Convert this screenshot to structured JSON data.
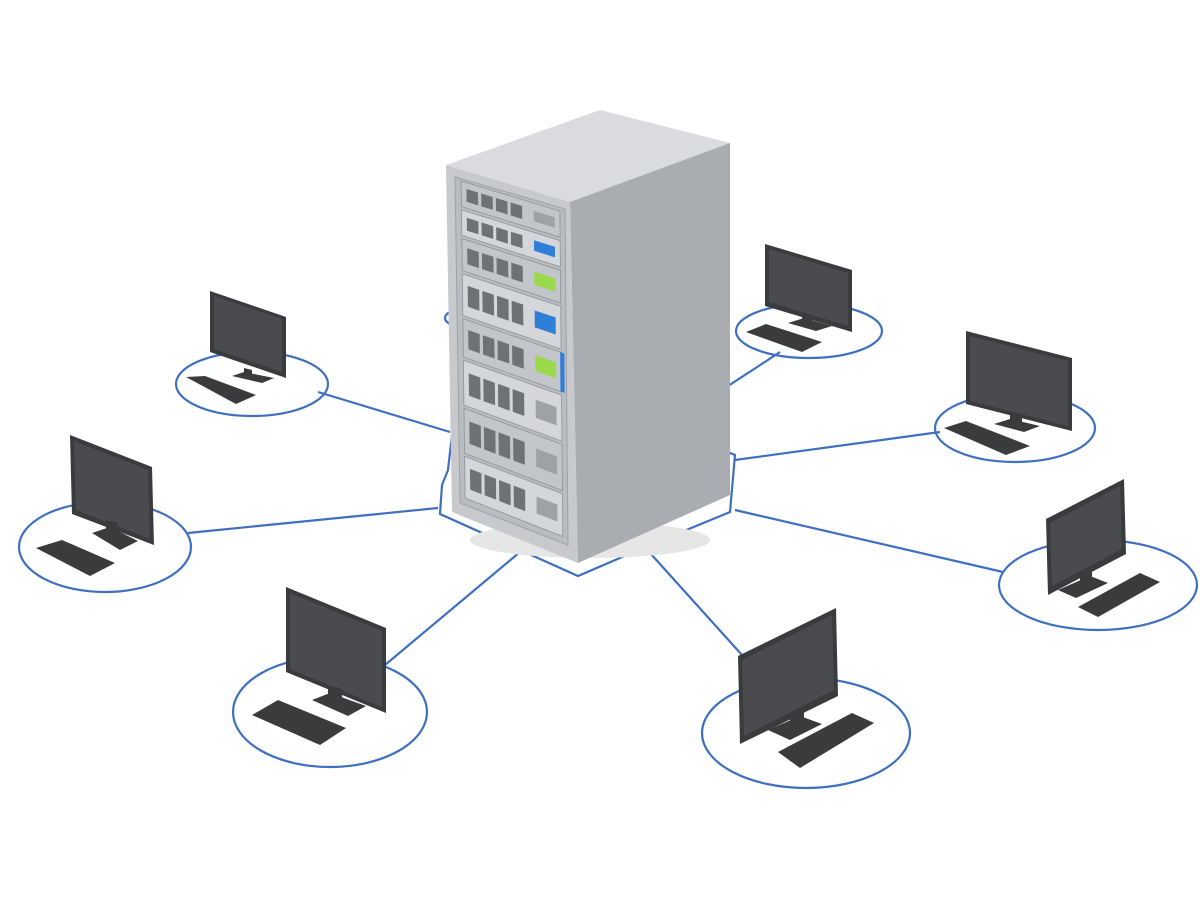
{
  "diagram": {
    "topology": "star",
    "hub": {
      "kind": "server-rack",
      "icon": "server-rack-icon",
      "units": 8
    },
    "clients": [
      {
        "id": "workstation-1",
        "icon": "monitor-icon",
        "keyboard_icon": "keyboard-icon"
      },
      {
        "id": "workstation-2",
        "icon": "monitor-icon",
        "keyboard_icon": "keyboard-icon"
      },
      {
        "id": "workstation-3",
        "icon": "monitor-icon",
        "keyboard_icon": "keyboard-icon"
      },
      {
        "id": "workstation-4",
        "icon": "monitor-icon",
        "keyboard_icon": "keyboard-icon"
      },
      {
        "id": "workstation-5",
        "icon": "monitor-icon",
        "keyboard_icon": "keyboard-icon"
      },
      {
        "id": "workstation-6",
        "icon": "monitor-icon",
        "keyboard_icon": "keyboard-icon"
      },
      {
        "id": "workstation-7",
        "icon": "monitor-icon",
        "keyboard_icon": "keyboard-icon"
      }
    ],
    "colors": {
      "link": "#3f6fc0",
      "rack_front": "#c7c9cc",
      "rack_side": "#a9acb0",
      "rack_top": "#d9dbde",
      "monitor": "#3a3b3d",
      "screen": "#4a4b4e",
      "accent_green": "#9ad94a",
      "accent_blue": "#2f7fd8"
    }
  }
}
